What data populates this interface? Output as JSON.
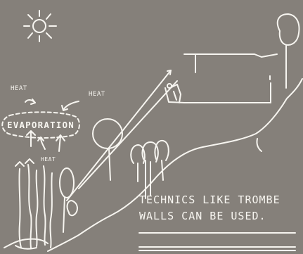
{
  "labels": {
    "heat_top": "HEAT",
    "heat_right": "HEAT",
    "heat_low": "HEAT",
    "evaporation": "EVAPORATION"
  },
  "note": {
    "line1": "TECHNICS LIKE TROMBE",
    "line2": "WALLS CAN BE USED."
  },
  "colors": {
    "background": "#85807a",
    "chalk": "#f7f5f0"
  }
}
